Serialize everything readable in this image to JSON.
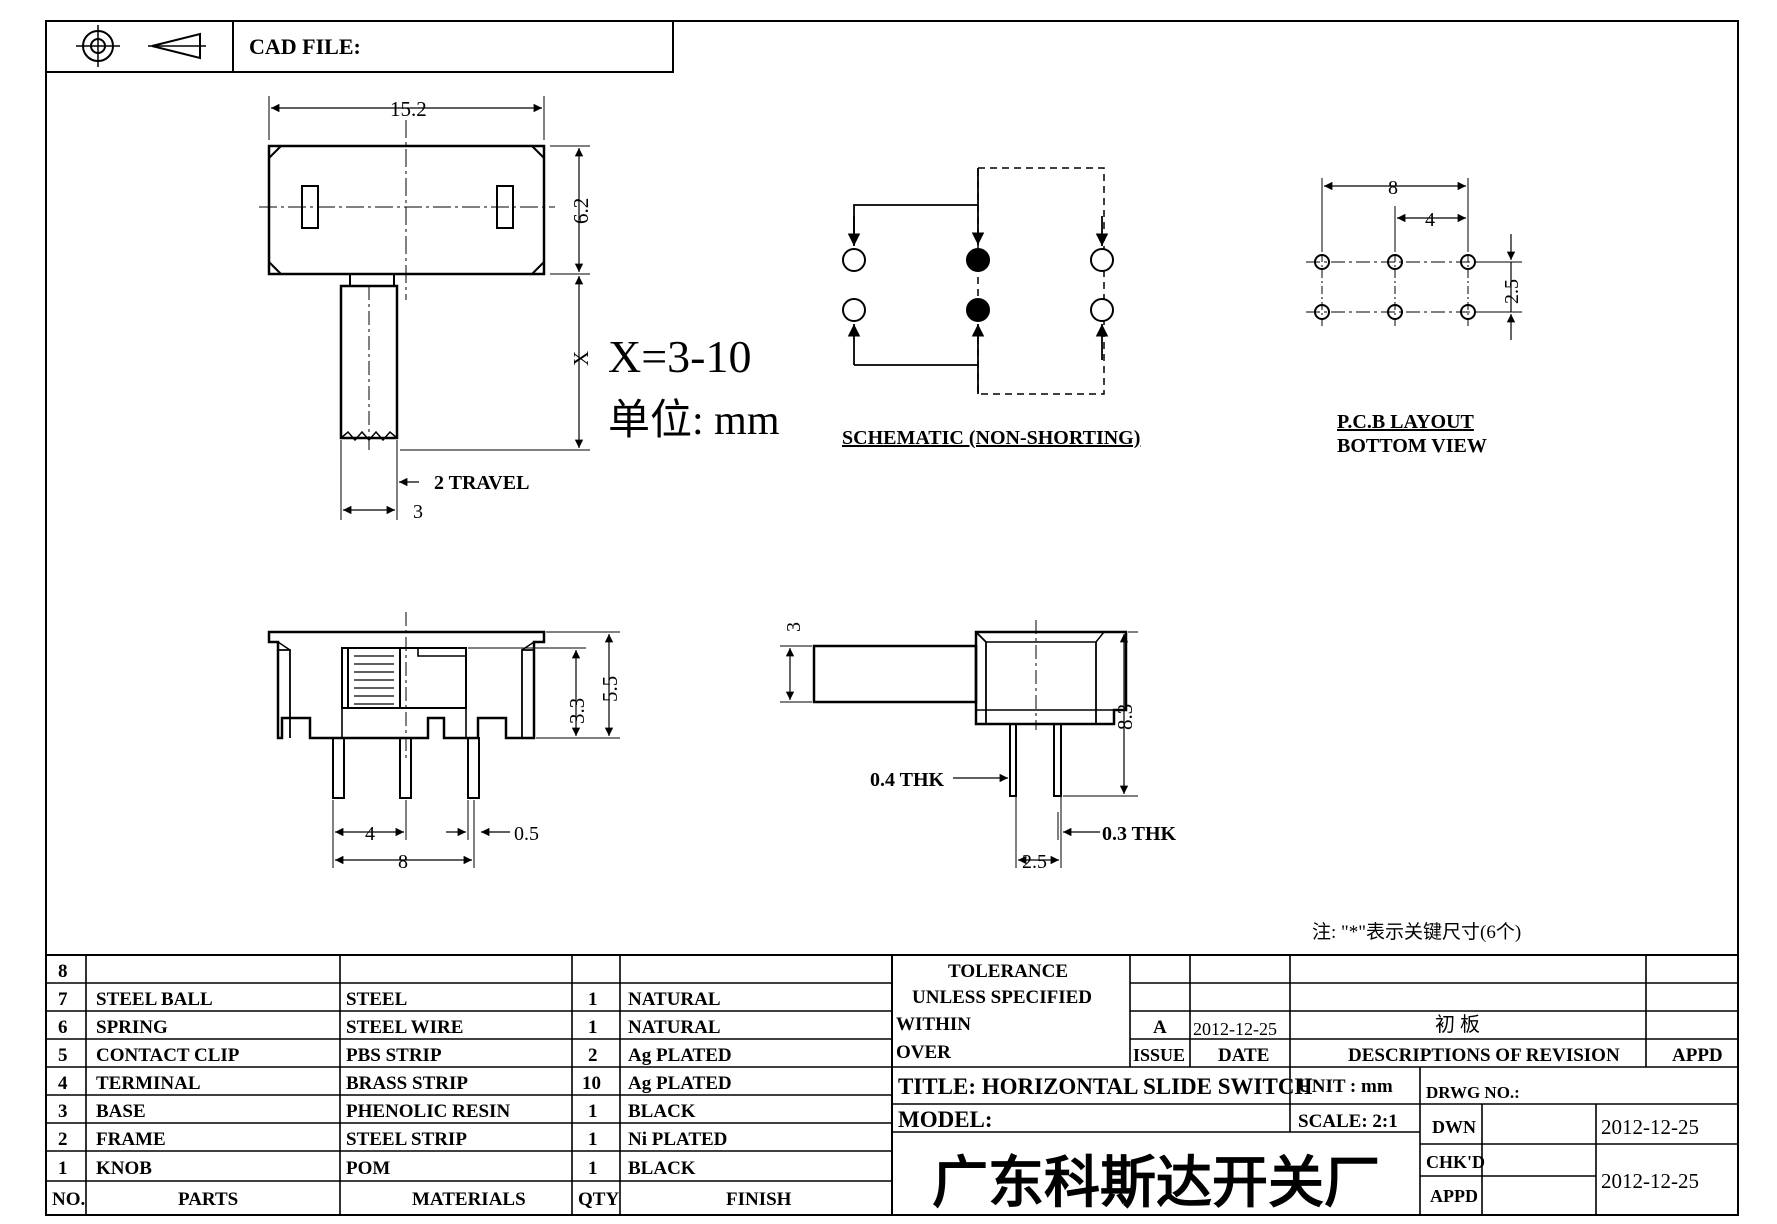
{
  "header": {
    "cad_label": "CAD FILE:"
  },
  "top_view": {
    "width_dim": "15.2",
    "height_dim": "6.2",
    "x_dim": "X",
    "x_note": "X=3-10",
    "unit_note": "单位: mm",
    "travel_note": "2 TRAVEL",
    "knob_dim": "3"
  },
  "schematic": {
    "label": "SCHEMATIC (NON-SHORTING)"
  },
  "pcb": {
    "dim_outer": "8",
    "dim_inner": "4",
    "dim_row": "2.5",
    "label_line1": "P.C.B LAYOUT",
    "label_line2": "BOTTOM VIEW"
  },
  "front_view": {
    "dim_55": "5.5",
    "dim_33": "3.3",
    "dim_4": "4",
    "dim_05": "0.5",
    "dim_8": "8"
  },
  "side_view": {
    "dim_3": "3",
    "dim_83": "8.3",
    "thk_04": "0.4 THK",
    "thk_03": "0.3 THK",
    "dim_25": "2.5"
  },
  "note": "注: \"*\"表示关键尺寸(6个)",
  "bom": {
    "header": {
      "no": "NO.",
      "parts": "PARTS",
      "materials": "MATERIALS",
      "qty": "QTY",
      "finish": "FINISH"
    },
    "rows": [
      {
        "no": "8",
        "parts": "",
        "materials": "",
        "qty": "",
        "finish": ""
      },
      {
        "no": "7",
        "parts": "STEEL BALL",
        "materials": "STEEL",
        "qty": "1",
        "finish": "NATURAL"
      },
      {
        "no": "6",
        "parts": "SPRING",
        "materials": "STEEL WIRE",
        "qty": "1",
        "finish": "NATURAL"
      },
      {
        "no": "5",
        "parts": "CONTACT CLIP",
        "materials": "PBS STRIP",
        "qty": "2",
        "finish": "Ag PLATED"
      },
      {
        "no": "4",
        "parts": "TERMINAL",
        "materials": "BRASS STRIP",
        "qty": "10",
        "finish": "Ag PLATED"
      },
      {
        "no": "3",
        "parts": "BASE",
        "materials": "PHENOLIC RESIN",
        "qty": "1",
        "finish": "BLACK"
      },
      {
        "no": "2",
        "parts": "FRAME",
        "materials": "STEEL STRIP",
        "qty": "1",
        "finish": "Ni PLATED"
      },
      {
        "no": "1",
        "parts": "KNOB",
        "materials": "POM",
        "qty": "1",
        "finish": "BLACK"
      }
    ]
  },
  "title_block": {
    "tolerance": "TOLERANCE",
    "unless": "UNLESS  SPECIFIED",
    "within": "WITHIN",
    "over": "OVER",
    "rev_issue": "A",
    "rev_date": "2012-12-25",
    "rev_desc": "初 板",
    "issue_label": "ISSUE",
    "date_label": "DATE",
    "desc_label": "DESCRIPTIONS OF REVISION",
    "appd_label": "APPD",
    "title": "TITLE: HORIZONTAL SLIDE SWITCH",
    "unit": "UNIT : mm",
    "drwg_no": "DRWG NO.:",
    "model": "MODEL:",
    "scale": "SCALE: 2:1",
    "dwn": "DWN",
    "dwn_date": "2012-12-25",
    "chkd": "CHK'D",
    "appd": "APPD",
    "chk_date": "2012-12-25",
    "company": "广东科斯达开关厂"
  }
}
